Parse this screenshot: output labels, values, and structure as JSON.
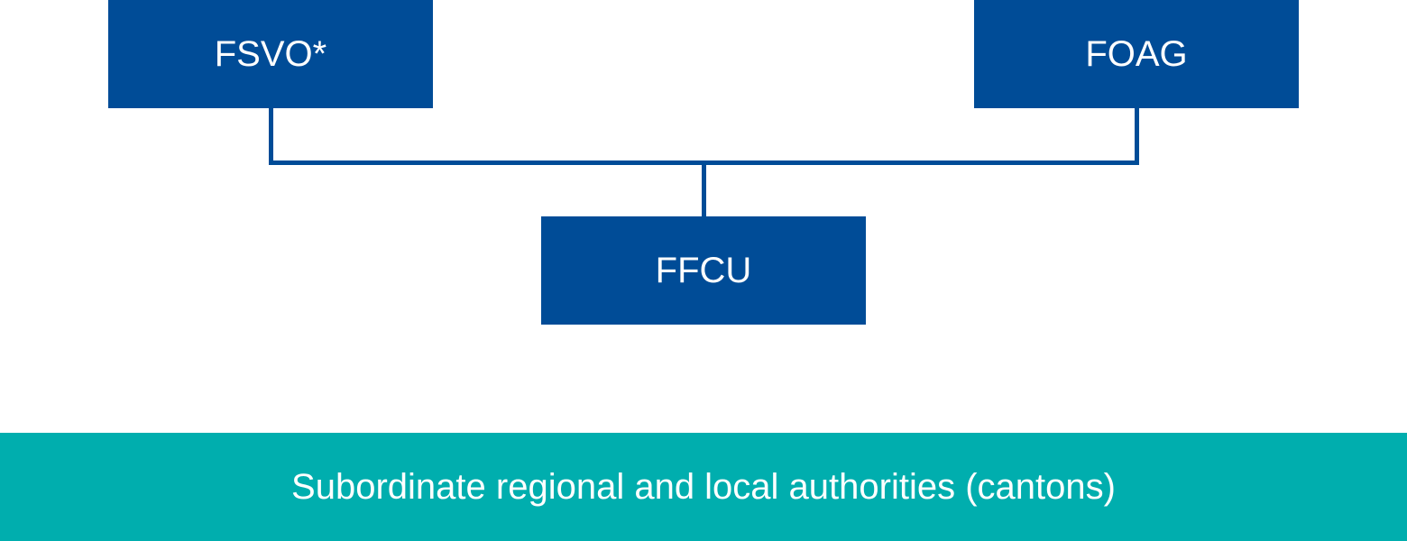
{
  "nodes": {
    "fsvo": "FSVO*",
    "foag": "FOAG",
    "ffcu": "FFCU"
  },
  "footer_bar": "Subordinate regional and local authorities (cantons)",
  "colors": {
    "box": "#004C97",
    "bar": "#00AEAE"
  }
}
